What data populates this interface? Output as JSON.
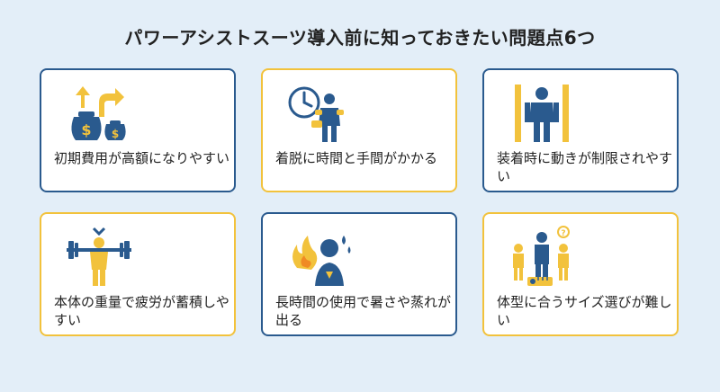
{
  "title": "パワーアシストスーツ導入前に知っておきたい問題点6つ",
  "colors": {
    "navy": "#2a5a8e",
    "yellow": "#f2c23c",
    "background": "#e3eef8"
  },
  "cards": [
    {
      "label": "初期費用が高額になりやすい",
      "icon": "money-bags-icon",
      "border": "blue"
    },
    {
      "label": "着脱に時間と手間がかかる",
      "icon": "clock-worker-icon",
      "border": "yellow"
    },
    {
      "label": "装着時に動きが制限されやすい",
      "icon": "restricted-person-icon",
      "border": "blue"
    },
    {
      "label": "本体の重量で疲労が蓄積しやすい",
      "icon": "weightlifter-icon",
      "border": "yellow"
    },
    {
      "label": "長時間の使用で暑さや蒸れが出る",
      "icon": "heat-sweat-icon",
      "border": "blue"
    },
    {
      "label": "体型に合うサイズ選びが難しい",
      "icon": "size-measure-icon",
      "border": "yellow"
    }
  ]
}
